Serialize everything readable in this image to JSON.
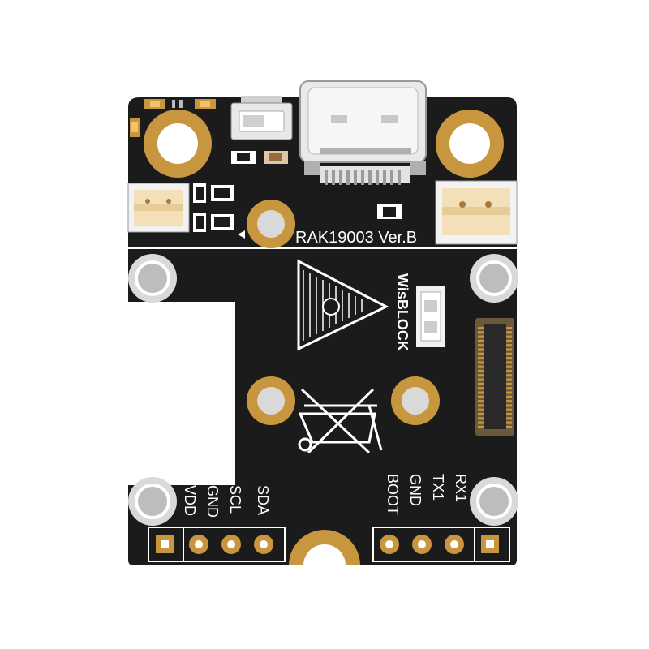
{
  "board": {
    "model_label": "RAK19003 Ver.B",
    "brand_label": "WisBLOCK",
    "pins_left": [
      "VDD",
      "GND",
      "SCL",
      "SDA"
    ],
    "pins_right": [
      "BOOT",
      "GND",
      "TX1",
      "RX1"
    ]
  },
  "colors": {
    "pcb": "#1b1b1b",
    "gold": "#c8963e",
    "connector_white": "#f2f2f2",
    "header_beige": "#f3dfb8",
    "silver": "#d9d9d9"
  }
}
